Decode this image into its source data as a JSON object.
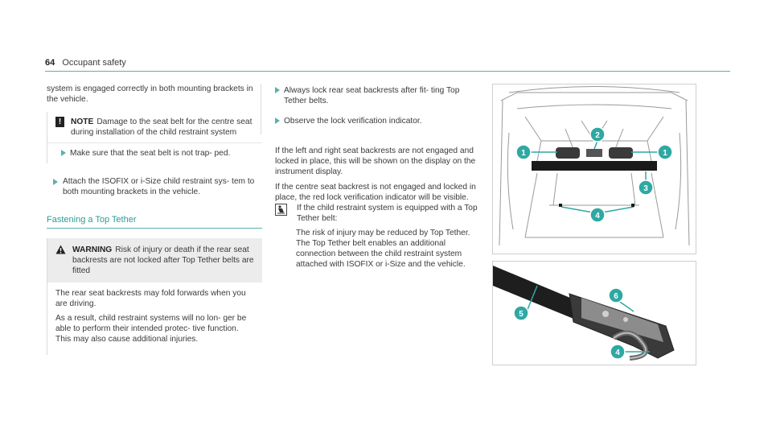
{
  "header": {
    "page_number": "64",
    "section": "Occupant safety"
  },
  "col1": {
    "intro": "system is engaged correctly in both mounting brackets in the vehicle.",
    "note": {
      "label": "NOTE",
      "text": "Damage to the seat belt for the centre seat during installation of the child restraint system",
      "step": "Make sure that the seat belt is not trap- ped."
    },
    "step_attach": "Attach the ISOFIX or i-Size child restraint sys- tem to both mounting brackets in the vehicle.",
    "section_title": "Fastening a Top Tether",
    "warning": {
      "label": "WARNING",
      "head_text": "Risk of injury or death if the rear seat backrests are not locked after Top Tether belts are fitted",
      "para1": "The rear seat backrests may fold forwards when you are driving.",
      "para2": "As a result, child restraint systems will no lon- ger be able to perform their intended protec- tive function. This may also cause additional injuries."
    }
  },
  "col2": {
    "step1": "Always lock rear seat backrests after fit- ting Top Tether belts.",
    "step2": "Observe the lock verification indicator.",
    "para1": "If the left and right seat backrests are not engaged and locked in place, this will be shown on the display on the instrument display.",
    "para2": "If the centre seat backrest is not engaged and locked in place, the red lock verification indicator will be visible.",
    "child_line": "If the child restraint system is equipped with a Top Tether belt:",
    "child_para": "The risk of injury may be reduced by Top Tether. The Top Tether belt enables an additional connection between the child restraint system attached with ISOFIX or i-Size and the vehicle."
  },
  "figures": {
    "fig1_callouts": [
      "1",
      "2",
      "1",
      "3",
      "4"
    ],
    "fig2_callouts": [
      "6",
      "5",
      "4"
    ]
  },
  "colors": {
    "accent": "#5ab1ad",
    "callout": "#2fa8a3",
    "text": "#3a3a3a"
  }
}
